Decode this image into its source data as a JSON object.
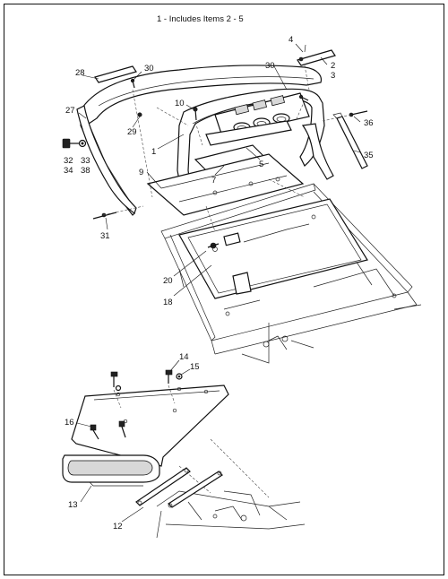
{
  "header": {
    "note": "1 - Includes Items 2 - 5"
  },
  "callouts": [
    {
      "id": "c1",
      "text": "1"
    },
    {
      "id": "c2",
      "text": "2"
    },
    {
      "id": "c3",
      "text": "3"
    },
    {
      "id": "c4",
      "text": "4"
    },
    {
      "id": "c5",
      "text": "5"
    },
    {
      "id": "c7",
      "text": "7"
    },
    {
      "id": "c9",
      "text": "9"
    },
    {
      "id": "c10",
      "text": "10"
    },
    {
      "id": "c12",
      "text": "12"
    },
    {
      "id": "c13",
      "text": "13"
    },
    {
      "id": "c14",
      "text": "14"
    },
    {
      "id": "c15",
      "text": "15"
    },
    {
      "id": "c16",
      "text": "16"
    },
    {
      "id": "c18",
      "text": "18"
    },
    {
      "id": "c20",
      "text": "20"
    },
    {
      "id": "c27",
      "text": "27"
    },
    {
      "id": "c28",
      "text": "28"
    },
    {
      "id": "c29",
      "text": "29"
    },
    {
      "id": "c30a",
      "text": "30"
    },
    {
      "id": "c30b",
      "text": "30"
    },
    {
      "id": "c31",
      "text": "31"
    },
    {
      "id": "c32",
      "text": "32"
    },
    {
      "id": "c33",
      "text": "33"
    },
    {
      "id": "c34",
      "text": "34"
    },
    {
      "id": "c35",
      "text": "35"
    },
    {
      "id": "c36",
      "text": "36"
    },
    {
      "id": "c38",
      "text": "38"
    }
  ]
}
